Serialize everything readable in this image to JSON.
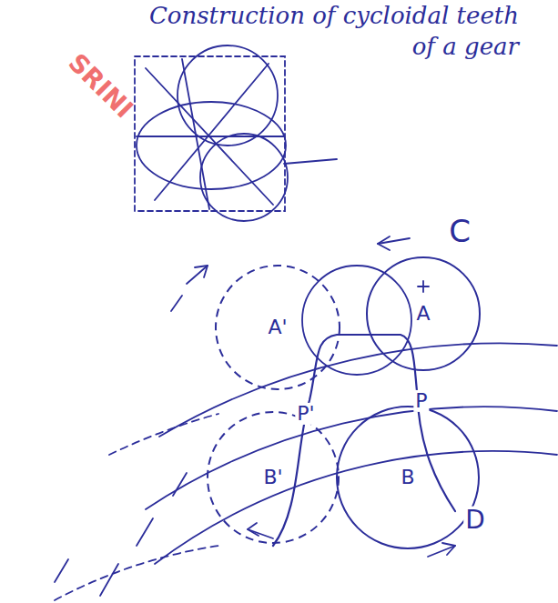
{
  "diagram": {
    "title": "Construction of cycloidal teeth of a gear",
    "nodes": [
      {
        "text": [
          "A'"
        ]
      },
      {
        "text": [
          "A"
        ]
      },
      {
        "text": [
          "B'"
        ]
      },
      {
        "text": [
          "B"
        ]
      }
    ],
    "labels": [
      "SRINI",
      "C",
      "P'",
      "P",
      "D"
    ]
  }
}
